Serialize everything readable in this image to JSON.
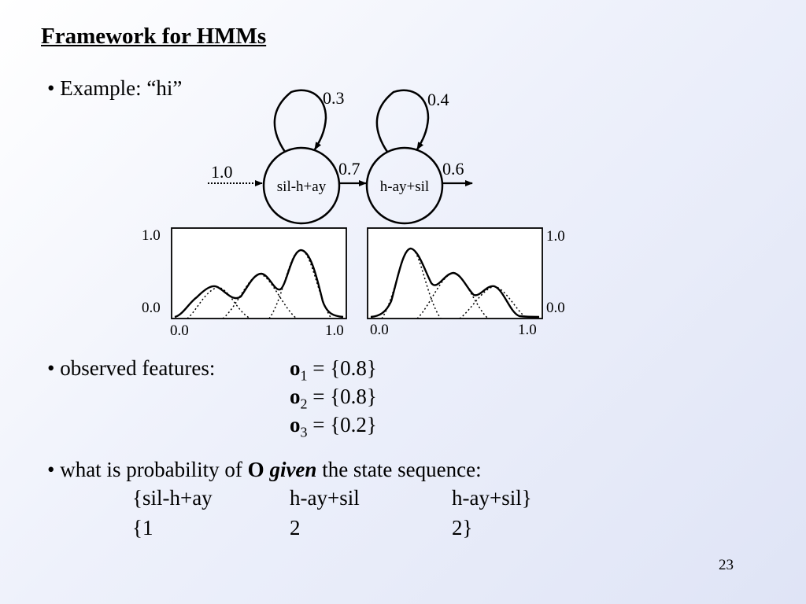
{
  "title": "Framework for HMMs",
  "bullets": {
    "example": "• Example: “hi”",
    "observed": "• observed features:",
    "question_pre": "• what is probability of ",
    "question_O": "O",
    "question_given": "given",
    "question_post": " the state sequence:"
  },
  "observations": [
    {
      "sym": "o",
      "sub": "1",
      "eq": " = {0.8}"
    },
    {
      "sym": "o",
      "sub": "2",
      "eq": " = {0.8}"
    },
    {
      "sym": "o",
      "sub": "3",
      "eq": " = {0.2}"
    }
  ],
  "sequence_rows": [
    [
      "{sil-h+ay",
      "h-ay+sil",
      "h-ay+sil}"
    ],
    [
      "{1",
      "2",
      "2}"
    ]
  ],
  "hmm": {
    "states": [
      {
        "label": "sil-h+ay",
        "self_loop": "0.3"
      },
      {
        "label": "h-ay+sil",
        "self_loop": "0.4"
      }
    ],
    "entry": "1.0",
    "transition": "0.7",
    "exit": "0.6"
  },
  "plots": {
    "left": {
      "y_top": "1.0",
      "y_bottom": "0.0",
      "x_left": "0.0",
      "x_right": "1.0"
    },
    "right": {
      "y_top": "1.0",
      "y_bottom": "0.0",
      "x_left": "0.0",
      "x_right": "1.0"
    }
  },
  "page_number": "23"
}
